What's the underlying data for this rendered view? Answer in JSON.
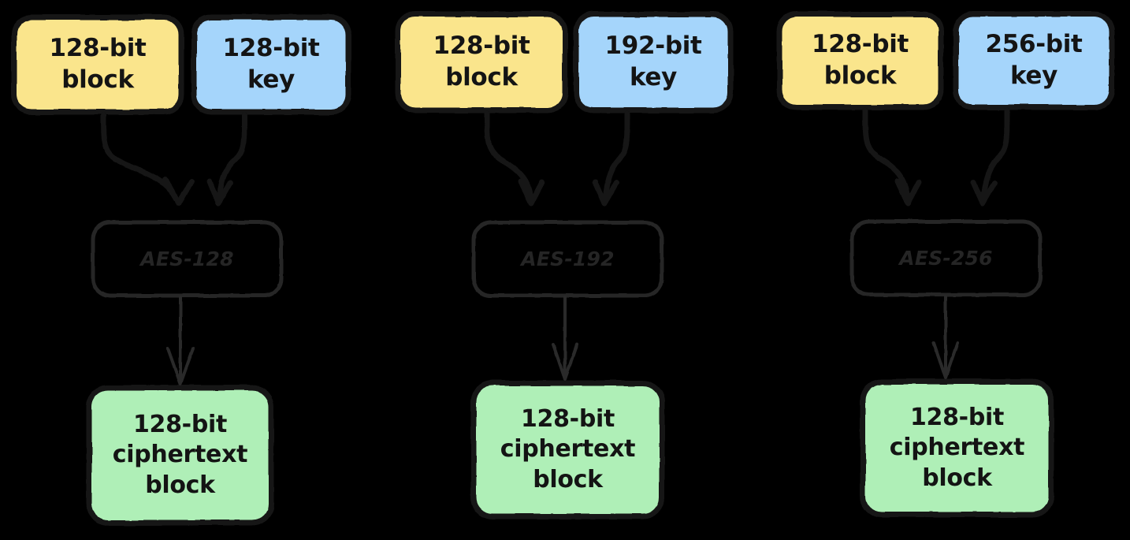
{
  "diagram": {
    "title": "AES variants block/key/ciphertext diagram",
    "background_color": "#000000",
    "palette": {
      "block_fill": "#FAE58C",
      "key_fill": "#A5D5FB",
      "cipher_fill": "#AFEFB7",
      "node_stroke": "#141414",
      "process_stroke": "#252525",
      "arrow_thick": "#141414",
      "arrow_thin": "#2a2a2a"
    },
    "columns": [
      {
        "id": "aes-128",
        "block": {
          "line1": "128-bit",
          "line2": "block"
        },
        "key": {
          "line1": "128-bit",
          "line2": "key"
        },
        "process": {
          "label": "AES-128"
        },
        "output": {
          "line1": "128-bit",
          "line2": "ciphertext",
          "line3": "block"
        }
      },
      {
        "id": "aes-192",
        "block": {
          "line1": "128-bit",
          "line2": "block"
        },
        "key": {
          "line1": "192-bit",
          "line2": "key"
        },
        "process": {
          "label": "AES-192"
        },
        "output": {
          "line1": "128-bit",
          "line2": "ciphertext",
          "line3": "block"
        }
      },
      {
        "id": "aes-256",
        "block": {
          "line1": "128-bit",
          "line2": "block"
        },
        "key": {
          "line1": "256-bit",
          "line2": "key"
        },
        "process": {
          "label": "AES-256"
        },
        "output": {
          "line1": "128-bit",
          "line2": "ciphertext",
          "line3": "block"
        }
      }
    ]
  }
}
